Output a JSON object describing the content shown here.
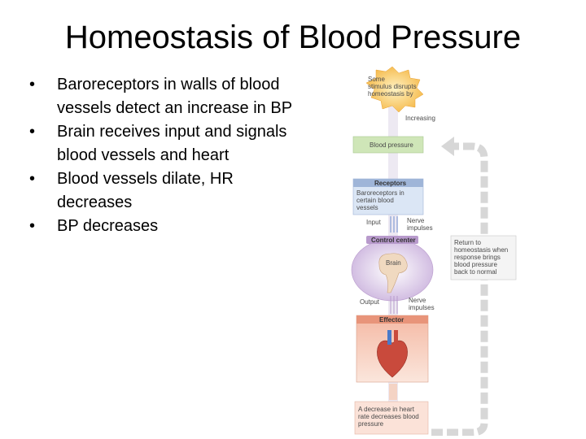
{
  "slide": {
    "title": "Homeostasis of Blood Pressure",
    "bullets": [
      "Baroreceptors in walls of blood vessels detect an increase in BP",
      "Brain receives input and signals blood vessels and heart",
      "Blood vessels dilate,  HR decreases",
      "BP decreases"
    ]
  },
  "diagram": {
    "stimulus": [
      "Some",
      "stimulus disrupts",
      "homeostasis by"
    ],
    "increasing": "Increasing",
    "variable": "Blood pressure",
    "receptors_header": "Receptors",
    "receptors_body": [
      "Baroreceptors in",
      "certain blood",
      "vessels"
    ],
    "input": "Input",
    "nerve_impulses_1": [
      "Nerve",
      "impulses"
    ],
    "control_center": "Control center",
    "brain": "Brain",
    "output": "Output",
    "nerve_impulses_2": [
      "Nerve",
      "impulses"
    ],
    "effector": "Effector",
    "result": [
      "A decrease in heart",
      "rate decreases blood",
      "pressure"
    ],
    "return": [
      "Return to",
      "homeostasis when",
      "response brings",
      "blood pressure",
      "back to normal"
    ],
    "colors": {
      "stimulus": "#f5b94a",
      "variable": "#cfe6b8",
      "receptors": "#c8d9f0",
      "control": "#d9c3e6",
      "effector": "#f4c9b8",
      "arrow": "#d7d7d7"
    }
  }
}
